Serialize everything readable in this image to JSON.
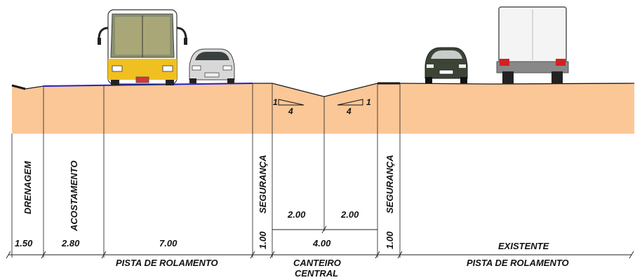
{
  "colors": {
    "earth": "#fbc796",
    "line": "#1a1a1a",
    "asphalt_edge": "#1f1fcf",
    "bus_body": "#ffffff",
    "bus_yellow": "#f0c020",
    "truck_body": "#f4f4f4",
    "car_body": "#d8d8d8",
    "dark_car": "#3c4436"
  },
  "icons": [
    "bus-icon",
    "car-icon",
    "dark-car-icon",
    "truck-icon"
  ],
  "sections": {
    "drenagem": {
      "label": "DRENAGEM",
      "width": "1.50"
    },
    "acostamento": {
      "label": "ACOSTAMENTO",
      "width": "2.80"
    },
    "pista": {
      "width": "7.00",
      "caption": "PISTA DE ROLAMENTO"
    },
    "seguranca_left": {
      "label": "SEGURANÇA",
      "width": "1.00"
    },
    "canteiro": {
      "width_left": "2.00",
      "width_right": "2.00",
      "width_total": "4.00",
      "caption_line1": "CANTEIRO",
      "caption_line2": "CENTRAL",
      "slope_left": {
        "rise": "1",
        "run": "4"
      },
      "slope_right": {
        "rise": "1",
        "run": "4"
      }
    },
    "seguranca_right": {
      "label": "SEGURANÇA",
      "width": "1.00"
    },
    "existente": {
      "label": "EXISTENTE",
      "caption": "PISTA DE ROLAMENTO"
    }
  }
}
